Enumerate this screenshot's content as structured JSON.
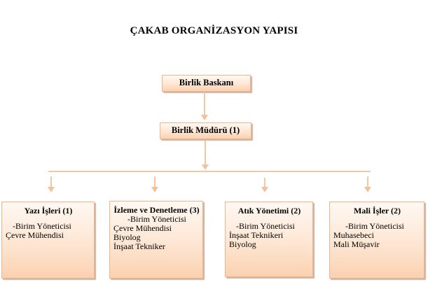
{
  "title": "ÇAKAB ORGANİZASYON YAPISI",
  "top": {
    "president": "Birlik Baskanı",
    "director": "Birlik Müdürü (1)"
  },
  "departments": [
    {
      "name": "Yazı İşleri  (1)",
      "members": [
        "-Birim Yöneticisi",
        "Çevre Mühendisi"
      ]
    },
    {
      "name": "İzleme ve Denetleme (3)",
      "members": [
        "-Birim Yöneticisi",
        "Çevre Mühendisi",
        "Biyolog",
        "İnşaat Tekniker"
      ]
    },
    {
      "name": "Atık Yönetimi (2)",
      "members": [
        "-Birim Yöneticisi",
        "İnşaat Teknikeri",
        "Biyolog"
      ]
    },
    {
      "name": "Mali İşler (2)",
      "members": [
        "-Birim Yöneticisi",
        "Muhasebeci",
        "Mali Müşavir"
      ]
    }
  ],
  "colors": {
    "box_border": "#f2b48a",
    "connector": "#f5c6a2",
    "box_fill_bottom": "#fbd1b0"
  }
}
